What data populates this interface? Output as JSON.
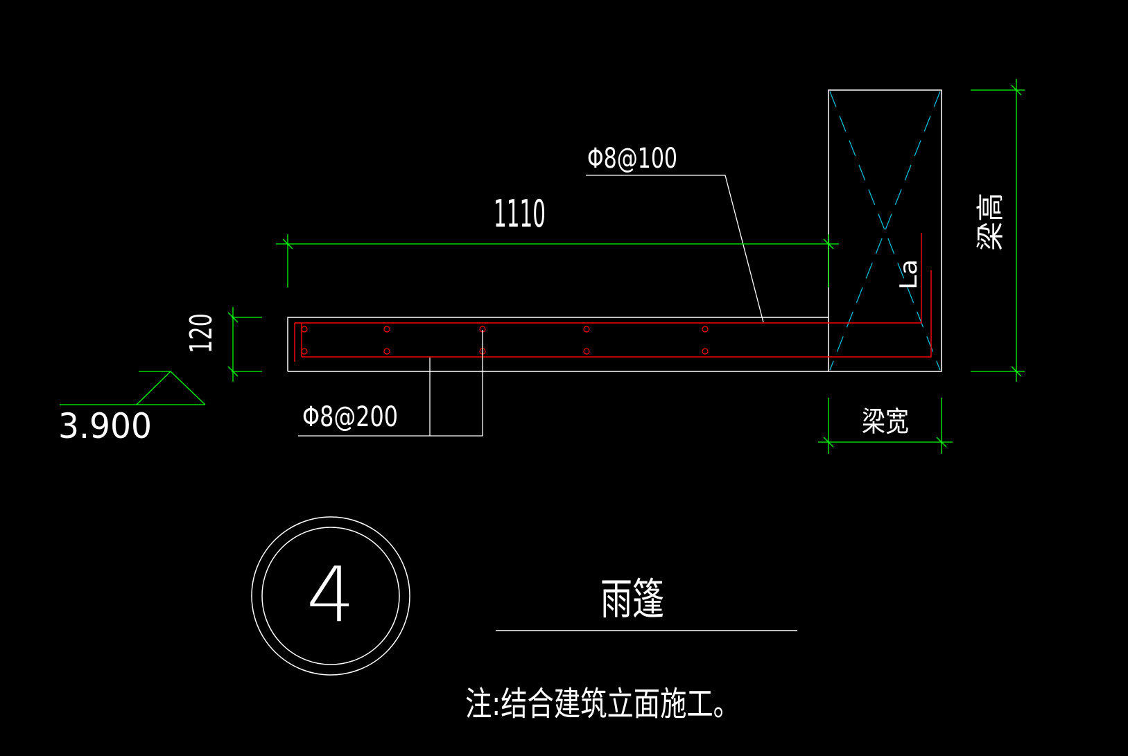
{
  "drawing": {
    "labels": {
      "top_rebar": "Φ8@100",
      "bottom_rebar": "Φ8@200",
      "span": "1110",
      "thickness": "120",
      "elevation": "3.900",
      "anchorage": "La",
      "beam_height": "梁高",
      "beam_width": "梁宽",
      "detail_number": "4",
      "title": "雨篷",
      "note": "注:结合建筑立面施工。"
    },
    "colors": {
      "background": "#000000",
      "outline": "#ffffff",
      "dimension": "#00ff00",
      "rebar": "#ff0000",
      "hidden": "#00bcd4"
    }
  }
}
